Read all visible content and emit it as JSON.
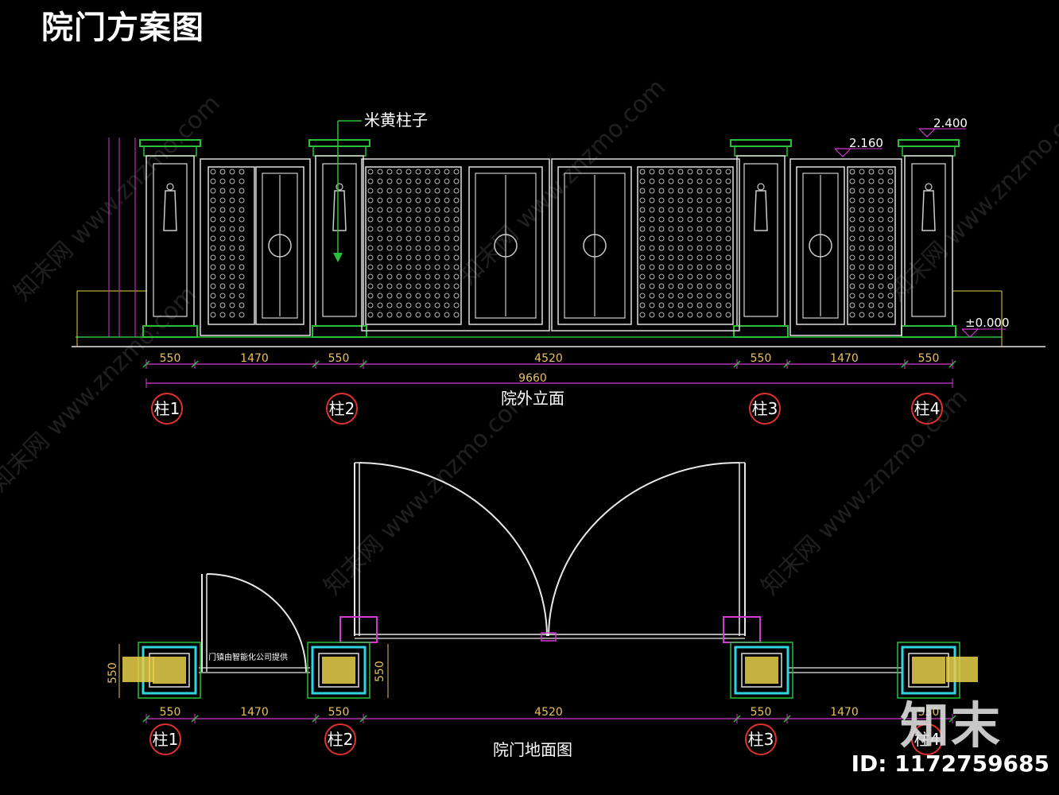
{
  "title": "院门方案图",
  "elevation": {
    "caption": "院外立面",
    "callout": "米黄柱子",
    "levels": [
      "2.160",
      "2.400",
      "±0.000"
    ],
    "top_dims": [
      "550",
      "1470",
      "550",
      "4520",
      "550",
      "1470",
      "550"
    ],
    "total_dim": "9660",
    "pillars": [
      "柱1",
      "柱2",
      "柱3",
      "柱4"
    ]
  },
  "plan": {
    "caption": "院门地面图",
    "note": "门镇由智能化公司提供",
    "dims": [
      "550",
      "1470",
      "550",
      "4520",
      "550",
      "1470",
      "550"
    ],
    "pillars": [
      "柱1",
      "柱2",
      "柱3",
      "柱4"
    ],
    "side_dims": [
      "550",
      "550"
    ]
  },
  "watermarks": [
    "知末网 www.znzmo.com"
  ],
  "brand": "知末",
  "image_id": "ID: 1172759685",
  "colors": {
    "cad_green": "#2bbf3a",
    "cad_magenta": "#d23ad2",
    "cad_cyan": "#2fd6e0",
    "cad_red": "#e03030",
    "cad_yellow": "#e8d04a"
  }
}
